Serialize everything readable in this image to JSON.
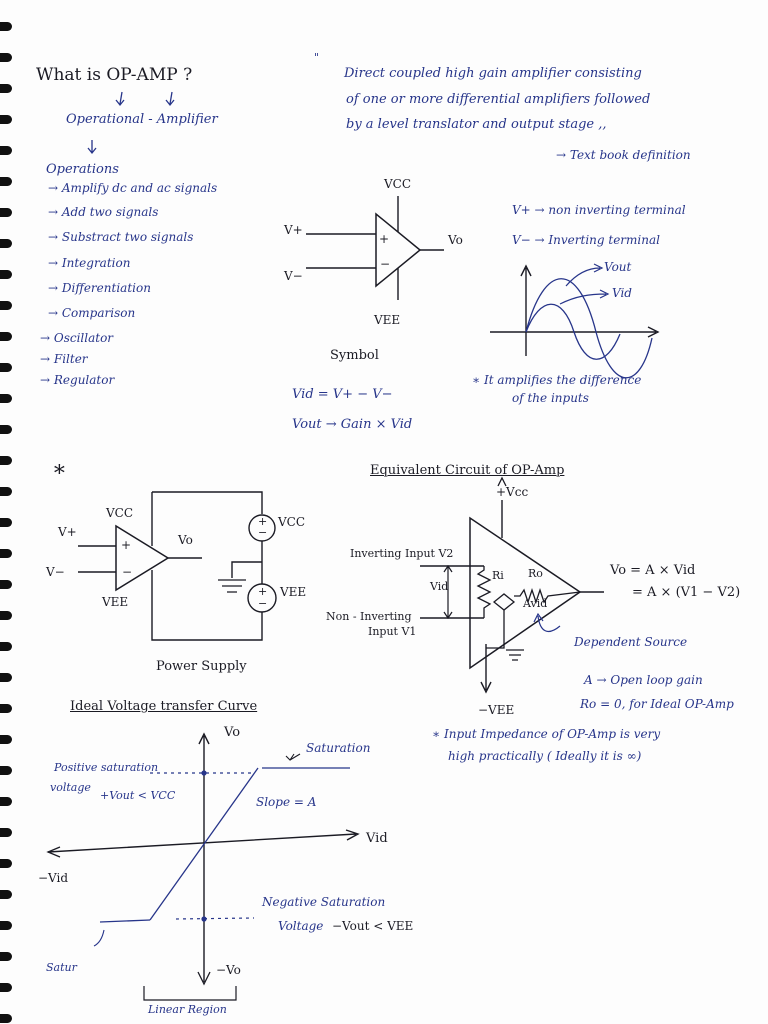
{
  "intro": {
    "title": "What is OP-AMP ?",
    "expansion": "Operational - Amplifier",
    "operations_heading": "Operations",
    "operations": [
      "→ Amplify dc and ac signals",
      "→ Add two signals",
      "→ Substract two signals",
      "→ Integration",
      "→ Differentiation",
      "→ Comparison",
      "→ Oscillator",
      "→ Filter",
      "→ Regulator"
    ]
  },
  "definition": {
    "lines": [
      "Direct coupled high gain amplifier consisting",
      "of one or more differential amplifiers followed",
      "by a level translator and output stage ,,"
    ],
    "source": "→ Text book definition"
  },
  "symbol": {
    "vcc": "VCC",
    "vee": "VEE",
    "vplus": "V+",
    "vminus": "V−",
    "vo": "Vo",
    "plus_sign": "+",
    "minus_sign": "−",
    "caption": "Symbol",
    "eq1": "Vid = V+ − V−",
    "eq2": "Vout → Gain × Vid"
  },
  "terminals": {
    "noninv": "V+ → non inverting terminal",
    "inv": "V− → Inverting terminal",
    "vout_label": "Vout",
    "vid_label": "Vid",
    "note_l1": "∗ It amplifies the difference",
    "note_l2": "of the inputs"
  },
  "power_supply": {
    "star": "∗",
    "vplus": "V+",
    "vminus": "V−",
    "vcc_left": "VCC",
    "vee_left": "VEE",
    "vo": "Vo",
    "vcc_right": "VCC",
    "vee_right": "VEE",
    "plus": "+",
    "minus": "−",
    "caption": "Power Supply"
  },
  "equivalent": {
    "title": "Equivalent Circuit of OP-Amp",
    "vcc": "+Vcc",
    "vee": "−VEE",
    "inv_input": "Inverting Input V2",
    "noninv_input_l1": "Non - Inverting",
    "noninv_input_l2": "Input V1",
    "vid": "Vid",
    "ri": "Ri",
    "ro": "Ro",
    "avid": "Avid",
    "dep_source": "Dependent Source",
    "vo_eq1": "Vo = A × Vid",
    "vo_eq2": "= A × (V1 − V2)",
    "gain_note": "A → Open loop gain",
    "ro_note": "Ro = 0, for Ideal OP-Amp",
    "imp_l1": "∗ Input Impedance of OP-Amp is very",
    "imp_l2": "high practically ( Ideally it is ∞)"
  },
  "transfer": {
    "title": "Ideal Voltage transfer Curve",
    "vo_axis": "Vo",
    "vid_axis": "Vid",
    "neg_vid": "−Vid",
    "neg_vo": "−Vo",
    "saturation": "Saturation",
    "pos_sat_l1": "Positive saturation",
    "pos_sat_l2": "voltage",
    "pos_cond": "+Vout < VCC",
    "slope": "Slope = A",
    "neg_sat_l1": "Negative Saturation",
    "neg_sat_l2": "Voltage",
    "neg_cond": "−Vout < VEE",
    "satur": "Satur",
    "linear": "Linear Region"
  },
  "colors": {
    "ink_black": "#1b1b24",
    "ink_blue": "#27358a",
    "paper": "#fdfdfd",
    "binding": "#111111"
  }
}
